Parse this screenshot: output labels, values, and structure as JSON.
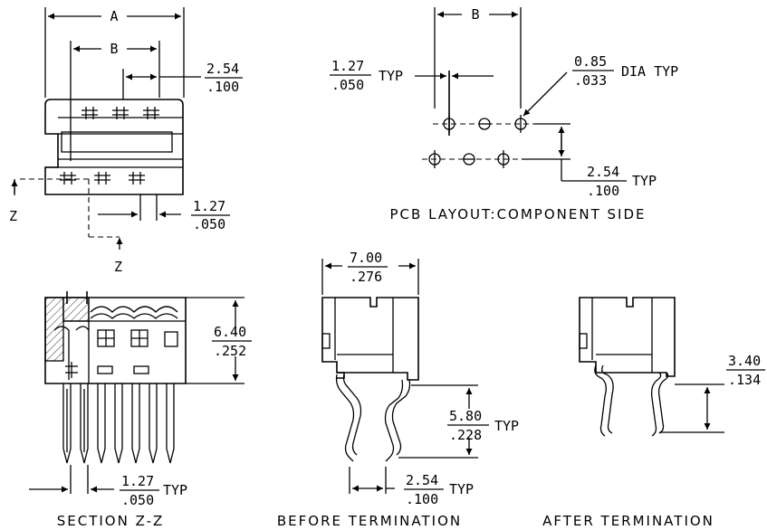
{
  "top_left": {
    "label_a": "A",
    "label_b": "B",
    "dim_254_top": "2.54",
    "dim_254_bot": ".100",
    "dim_127_top": "1.27",
    "dim_127_bot": ".050",
    "z_left": "Z",
    "z_bottom": "Z"
  },
  "pcb": {
    "label_b": "B",
    "pitch_top": "1.27",
    "pitch_bot": ".050",
    "pitch_suffix": "TYP",
    "dia_top": "0.85",
    "dia_bot": ".033",
    "dia_suffix": "DIA  TYP",
    "row_top": "2.54",
    "row_bot": ".100",
    "row_suffix": "TYP",
    "caption": "PCB  LAYOUT:COMPONENT  SIDE"
  },
  "section": {
    "h_top": "6.40",
    "h_bot": ".252",
    "p_top": "1.27",
    "p_bot": ".050",
    "p_suffix": "TYP",
    "caption": "SECTION  Z-Z"
  },
  "before": {
    "w_top": "7.00",
    "w_bot": ".276",
    "l_top": "5.80",
    "l_bot": ".228",
    "l_suffix": "TYP",
    "p_top": "2.54",
    "p_bot": ".100",
    "p_suffix": "TYP",
    "caption": "BEFORE  TERMINATION"
  },
  "after": {
    "h_top": "3.40",
    "h_bot": ".134",
    "caption": "AFTER  TERMINATION"
  }
}
